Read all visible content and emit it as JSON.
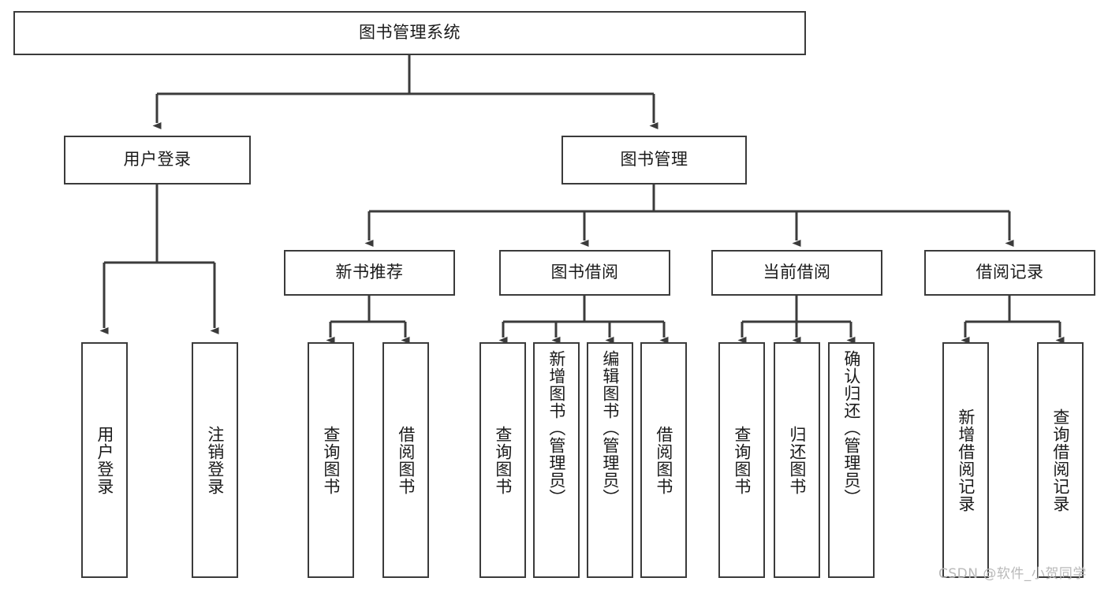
{
  "diagram": {
    "title": "图书管理系统",
    "type": "tree-hierarchy",
    "root": {
      "id": "root",
      "label": "图书管理系统"
    },
    "level2": [
      {
        "id": "user-login",
        "label": "用户登录"
      },
      {
        "id": "book-manage",
        "label": "图书管理"
      }
    ],
    "level3": [
      {
        "id": "new-book-rec",
        "label": "新书推荐",
        "parent": "book-manage"
      },
      {
        "id": "book-borrow",
        "label": "图书借阅",
        "parent": "book-manage"
      },
      {
        "id": "current-borrow",
        "label": "当前借阅",
        "parent": "book-manage"
      },
      {
        "id": "borrow-record",
        "label": "借阅记录",
        "parent": "book-manage"
      }
    ],
    "leaves": [
      {
        "id": "leaf-user-login",
        "label": "用户登录",
        "parent": "user-login"
      },
      {
        "id": "leaf-logout",
        "label": "注销登录",
        "parent": "user-login"
      },
      {
        "id": "leaf-query-book-1",
        "label": "查询图书",
        "parent": "new-book-rec"
      },
      {
        "id": "leaf-borrow-book-1",
        "label": "借阅图书",
        "parent": "new-book-rec"
      },
      {
        "id": "leaf-query-book-2",
        "label": "查询图书",
        "parent": "book-borrow"
      },
      {
        "id": "leaf-add-book",
        "label": "新增图书（管理员）",
        "parent": "book-borrow"
      },
      {
        "id": "leaf-edit-book",
        "label": "编辑图书（管理员）",
        "parent": "book-borrow"
      },
      {
        "id": "leaf-borrow-book-2",
        "label": "借阅图书",
        "parent": "book-borrow"
      },
      {
        "id": "leaf-query-book-3",
        "label": "查询图书",
        "parent": "current-borrow"
      },
      {
        "id": "leaf-return-book",
        "label": "归还图书",
        "parent": "current-borrow"
      },
      {
        "id": "leaf-confirm-return",
        "label": "确认归还（管理员）",
        "parent": "current-borrow"
      },
      {
        "id": "leaf-add-record",
        "label": "新增借阅记录",
        "parent": "borrow-record"
      },
      {
        "id": "leaf-query-record",
        "label": "查询借阅记录",
        "parent": "borrow-record"
      }
    ],
    "watermark": "CSDN @软件_小贺同学",
    "colors": {
      "stroke": "#3b3b3b",
      "fill": "#ffffff",
      "text": "#1a1a1a",
      "watermark": "#b9b9b9"
    }
  }
}
